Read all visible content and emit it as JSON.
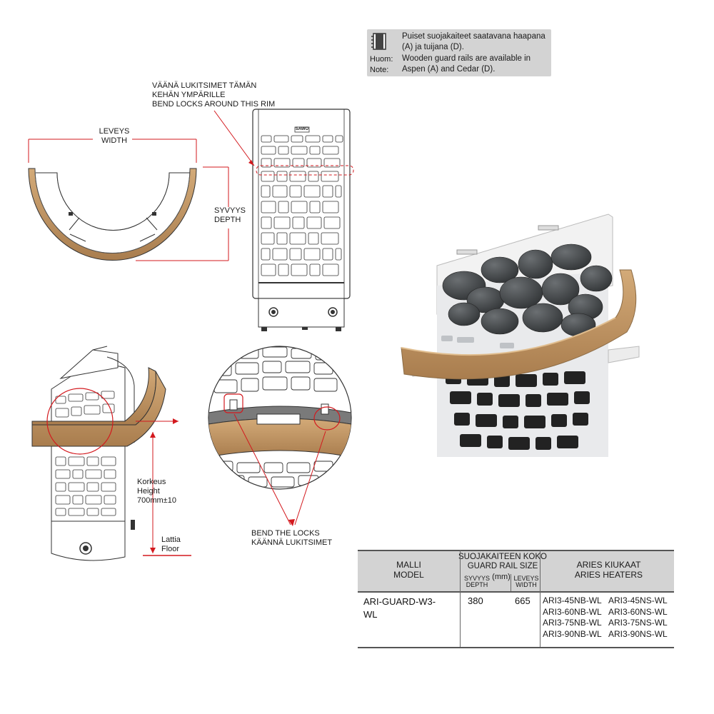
{
  "note": {
    "icon": "book-icon",
    "label": "Huom:\nNote:",
    "text_fi": "Puiset suojakaiteet saatavana haapana (A) ja tuijana (D).",
    "text_en": "Wooden guard rails are available in Aspen (A) and Cedar (D)."
  },
  "labels": {
    "width": "LEVEYS\nWIDTH",
    "depth": "SYVYYS\nDEPTH",
    "bend_rim": "VÄÄNÄ LUKITSIMET TÄMÄN\nKEHÄN YMPÄRILLE\nBEND LOCKS AROUND THIS RIM",
    "height": "Korkeus\nHeight\n700mm±10",
    "floor": "Lattia\nFloor",
    "bend_locks": "BEND THE LOCKS\nKÄÄNNÄ LUKITSIMET"
  },
  "heater_logo": "SAWO",
  "colors": {
    "wood": "#c49a68",
    "wood_dark": "#8a6a44",
    "red": "#d3191e",
    "table_header": "#d3d3d3",
    "note_bg": "#d3d3d3",
    "stone": "#4a4d50"
  },
  "table": {
    "header": {
      "model": "MALLI\nMODEL",
      "size": "SUOJAKAITEEN KOKO\nGUARD RAIL SIZE",
      "mm": "(mm)",
      "depth": "SYVYYS\nDEPTH",
      "width": "LEVEYS\nWIDTH",
      "heaters": "ARIES KIUKAAT\nARIES HEATERS"
    },
    "row": {
      "model": "ARI-GUARD-W3-\nWL",
      "depth": "380",
      "width": "665",
      "heaters": [
        [
          "ARI3-45NB-WL",
          "ARI3-45NS-WL"
        ],
        [
          "ARI3-60NB-WL",
          "ARI3-60NS-WL"
        ],
        [
          "ARI3-75NB-WL",
          "ARI3-75NS-WL"
        ],
        [
          "ARI3-90NB-WL",
          "ARI3-90NS-WL"
        ]
      ]
    }
  }
}
